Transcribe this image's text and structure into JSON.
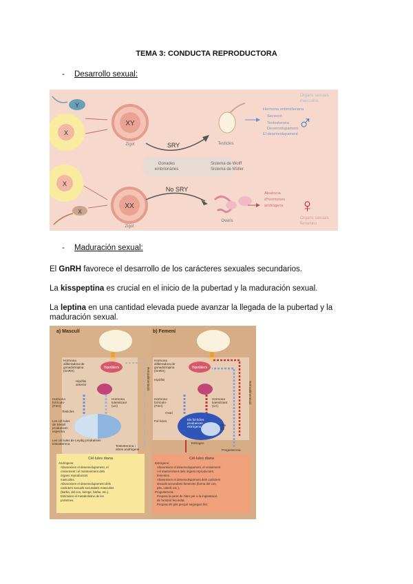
{
  "title": "TEMA 3: CONDUCTA REPRODUCTORA",
  "section1": "Desarrollo sexual:",
  "section2": "Maduración sexual:",
  "bullet_dash": "-",
  "p1": {
    "pre": "El ",
    "bold": "GnRH",
    "post": " favorece el desarrollo de los carácteres sexuales secundarios."
  },
  "p2": {
    "pre": "La ",
    "bold": "kisspeptina",
    "post": " es crucial en el inicio de la pubertad y la maduración sexual."
  },
  "p3": {
    "pre": "La ",
    "bold": "leptina",
    "post": " en una cantidad elevada puede avanzar la llegada de la pubertad y la maduración sexual."
  },
  "fig1": {
    "sperm_top": "Y",
    "egg_top": "X",
    "egg_bottom": "X",
    "sperm_bottom": "X",
    "zygote_top": "XY",
    "zygote_bottom": "XX",
    "zygote_label_top": "Zigot",
    "zygote_label_bottom": "Zigot",
    "arrow_top": "SRY",
    "arrow_bottom": "No SRY",
    "gonad_top": "Testicles",
    "gonad_bottom": "Ovaris",
    "center_box": [
      "Gonades",
      "embrionàries"
    ],
    "ducts": [
      "Sistema de Wolff",
      "Sistema de Müller"
    ],
    "male_text": [
      "Hormona antimülleriana",
      "Secreció",
      "Testosterona",
      "Desenvolupament",
      "El desenvolupament"
    ],
    "female_text": [
      "Absència",
      "d'hormones",
      "andrògens"
    ],
    "organs_top": [
      "Òrgans sexuals",
      "masculins"
    ],
    "organs_bottom": [
      "Òrgans sexuals",
      "femenins"
    ],
    "male_symbol": "♂",
    "female_symbol": "♀"
  },
  "fig2": {
    "a_title": "a) Masculí",
    "b_title": "b) Femení",
    "hipotalem": "Hipotàlem",
    "gnrh": [
      "Hormona",
      "alliberadora de",
      "la",
      "gonadotropina",
      "(GnRH)"
    ],
    "hipofisi": [
      "Hipòfisi",
      "anterior"
    ],
    "fsh": [
      "Hormona",
      "fol·liculo-",
      "estimulant",
      "(FSH)"
    ],
    "lh": [
      "Hormona",
      "luteïnitzant",
      "(LH)"
    ],
    "testicles": "Testicles",
    "sertoli": [
      "Les cèl·lules",
      "de Sertoli",
      "produeixen",
      "esperma"
    ],
    "leydig": [
      "Les cèl·lules de Leydig produeixen",
      "testosterona"
    ],
    "testosterone": [
      "Testosterona i",
      "altres andrògens"
    ],
    "retro": "Retroalimentació",
    "ovari": "Ovari",
    "follicles": "Fol·licles",
    "follicle_cells": [
      "Els fol·licles",
      "produeixen",
      "estrògens"
    ],
    "cos_luti": [
      "Cos",
      "luti"
    ],
    "estrogen": "Estrogen",
    "progesterona": "Progesterona",
    "target_a_title": "Cèl·lules diana",
    "target_a": [
      "Andrògens:",
      "Afavoreixen el desenvolupament, el",
      "creixement i el manteniment dels",
      "òrgans reproductors",
      "masculins.",
      "Afavoreixen el desenvolupament dels",
      "caràcters sexuals secundaris masculins",
      "(barba, del cos, laringe, barba, etc.).",
      "Estimulen el metabolisme de les",
      "proteïnes."
    ],
    "target_b_title": "Cèl·lules diana",
    "target_b": [
      "Estrògens:",
      "Afavoreixen el desenvolupament, el creixement",
      "i el manteniment dels òrgans reproductors",
      "femenins.",
      "Afavoreixen el desenvolupament dels caràcters",
      "sexuals secundaris femenins (forma del cos,",
      "pits, cabell, etc.).",
      "Progesterona:",
      "Prepara la paret de l'úter per a la implantació",
      "de l'embrió fecundat.",
      "Prepara els pits perquè segreguin llet."
    ]
  }
}
